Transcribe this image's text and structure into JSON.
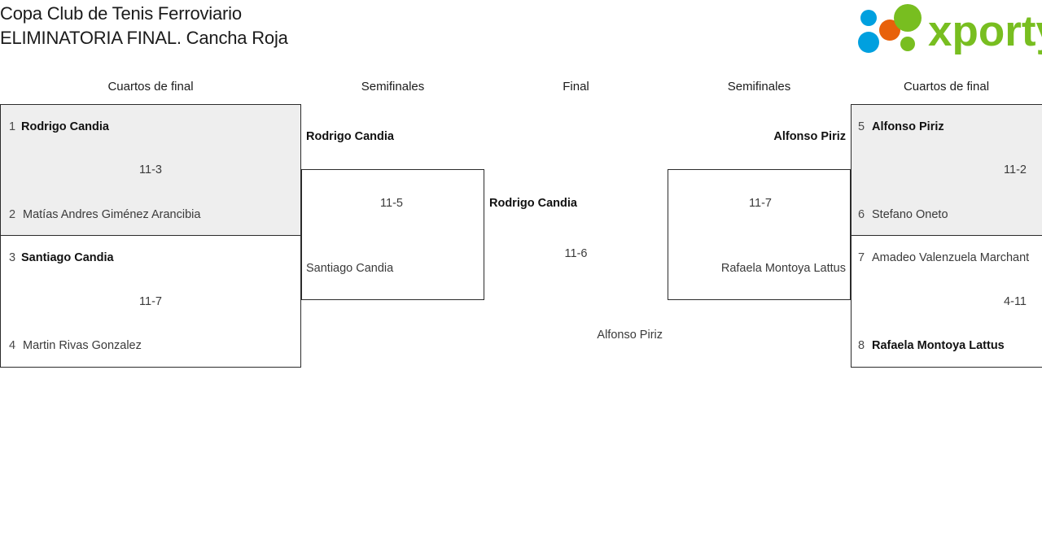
{
  "header": {
    "title_line1": "Copa Club de Tenis Ferroviario",
    "title_line2": "ELIMINATORIA FINAL. Cancha Roja",
    "logo_text": "xporty",
    "logo_colors": {
      "green": "#78BE20",
      "blue": "#00A0DF",
      "orange": "#E8610A"
    }
  },
  "rounds": [
    {
      "label": "Cuartos de final"
    },
    {
      "label": "Semifinales"
    },
    {
      "label": "Final"
    },
    {
      "label": "Semifinales"
    },
    {
      "label": "Cuartos de final"
    }
  ],
  "bracket": {
    "left": {
      "quarterfinals": [
        {
          "score": "11-3",
          "players": [
            {
              "seed": "1",
              "name": "Rodrigo Candia",
              "winner": true
            },
            {
              "seed": "2",
              "name": "Matías Andres Giménez Arancibia",
              "winner": false
            }
          ]
        },
        {
          "score": "11-7",
          "players": [
            {
              "seed": "3",
              "name": "Santiago Candia",
              "winner": true
            },
            {
              "seed": "4",
              "name": "Martin Rivas Gonzalez",
              "winner": false
            }
          ]
        }
      ],
      "semifinal": {
        "score": "11-5",
        "players": [
          {
            "name": "Rodrigo Candia",
            "winner": true
          },
          {
            "name": "Santiago Candia",
            "winner": false
          }
        ]
      }
    },
    "final": {
      "score": "11-6",
      "players": [
        {
          "name": "Rodrigo Candia",
          "winner": true
        },
        {
          "name": "Alfonso Piriz",
          "winner": false
        }
      ]
    },
    "right": {
      "semifinal": {
        "score": "11-7",
        "players": [
          {
            "name": "Alfonso Piriz",
            "winner": true
          },
          {
            "name": "Rafaela Montoya Lattus",
            "winner": false
          }
        ]
      },
      "quarterfinals": [
        {
          "score": "11-2",
          "players": [
            {
              "seed": "5",
              "name": "Alfonso Piriz",
              "winner": true
            },
            {
              "seed": "6",
              "name": "Stefano Oneto",
              "winner": false
            }
          ]
        },
        {
          "score": "4-11",
          "players": [
            {
              "seed": "7",
              "name": "Amadeo Valenzuela Marchant",
              "winner": false
            },
            {
              "seed": "8",
              "name": "Rafaela Montoya Lattus",
              "winner": true
            }
          ]
        }
      ]
    }
  }
}
